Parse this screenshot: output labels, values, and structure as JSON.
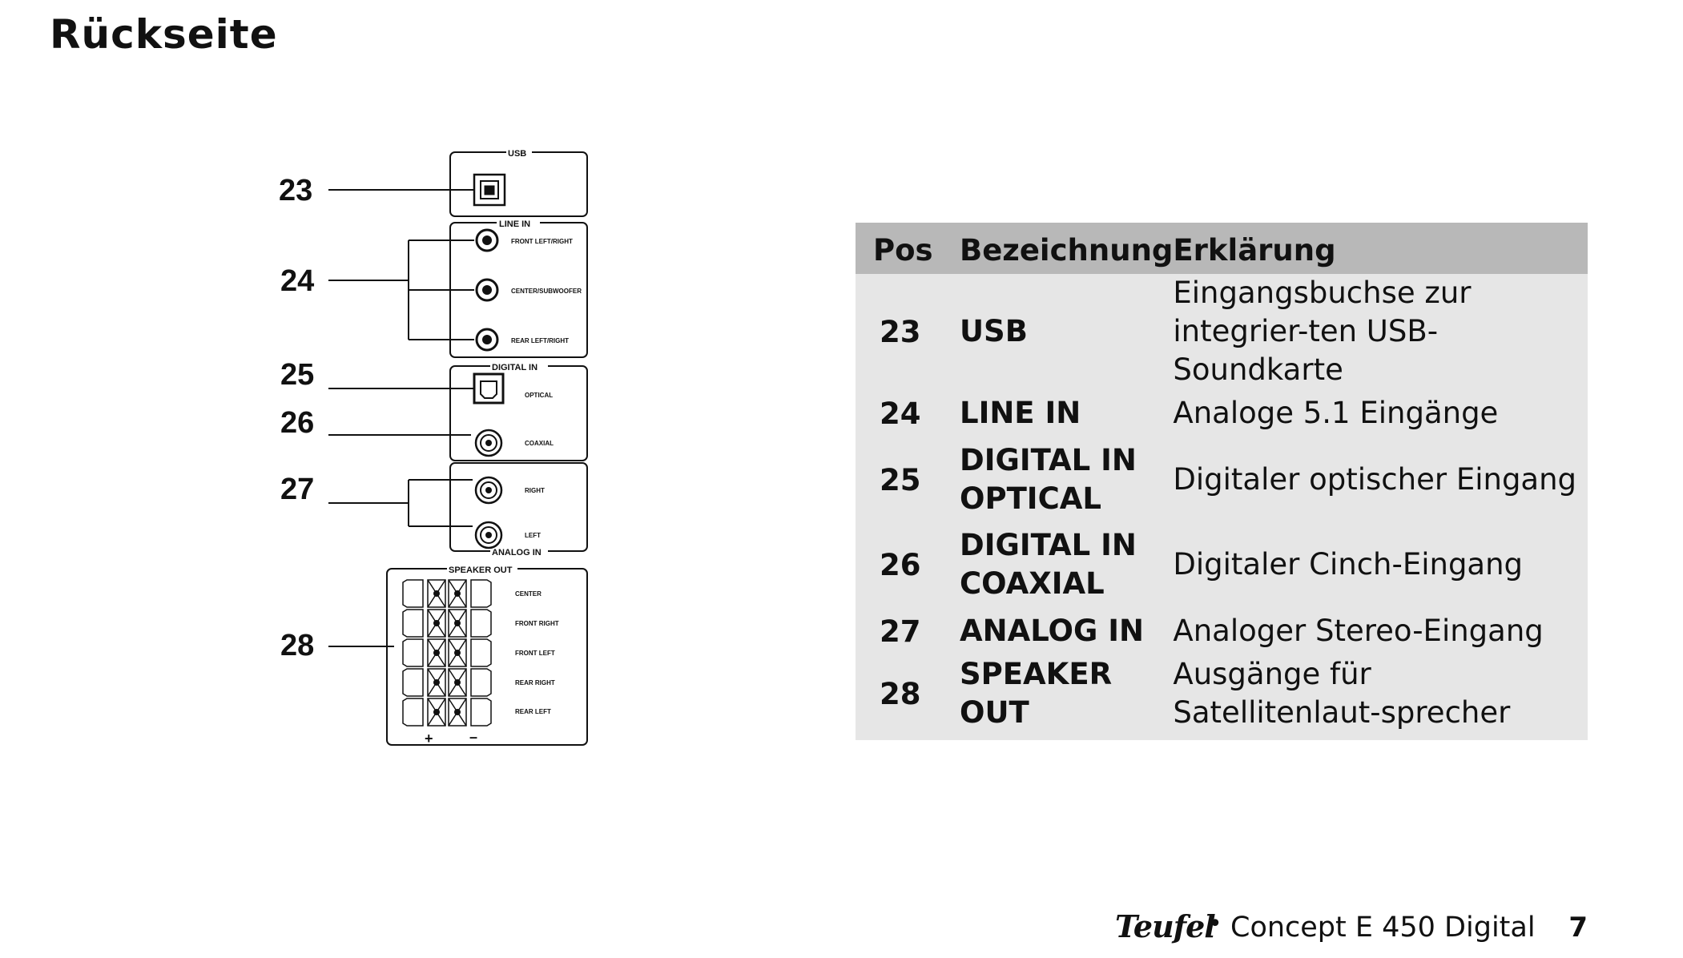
{
  "page": {
    "title": "Rückseite"
  },
  "diagram": {
    "callouts": [
      "23",
      "24",
      "25",
      "26",
      "27",
      "28"
    ],
    "panels": {
      "usb": "USB",
      "line_in": "LINE IN",
      "digital_in": "DIGITAL IN",
      "analog_in": "ANALOG IN",
      "speaker_out": "SPEAKER OUT"
    },
    "port_labels": {
      "front": "FRONT LEFT/RIGHT",
      "center": "CENTER/SUBWOOFER",
      "rear": "REAR LEFT/RIGHT",
      "optical": "OPTICAL",
      "coaxial": "COAXIAL",
      "right": "RIGHT",
      "left": "LEFT"
    },
    "speaker_labels": [
      "CENTER",
      "FRONT RIGHT",
      "FRONT LEFT",
      "REAR RIGHT",
      "REAR LEFT"
    ],
    "plus": "+",
    "minus": "–"
  },
  "table": {
    "headers": {
      "pos": "Pos",
      "name": "Bezeichnung",
      "desc": "Erklärung"
    },
    "rows": [
      {
        "pos": "23",
        "name": "USB",
        "desc": "Eingangsbuchse zur integrier-ten USB-Soundkarte"
      },
      {
        "pos": "24",
        "name": "LINE IN",
        "desc": "Analoge 5.1 Eingänge"
      },
      {
        "pos": "25",
        "name": "DIGITAL IN OPTICAL",
        "desc": "Digitaler optischer Eingang"
      },
      {
        "pos": "26",
        "name": "DIGITAL IN COAXIAL",
        "desc": "Digitaler Cinch-Eingang"
      },
      {
        "pos": "27",
        "name": "ANALOG IN",
        "desc": "Analoger Stereo-Eingang"
      },
      {
        "pos": "28",
        "name": "SPEAKER OUT",
        "desc": "Ausgänge für Satellitenlaut-sprecher"
      }
    ]
  },
  "footer": {
    "brand": "Teufel",
    "bullet": "•",
    "product": "Concept E 450 Digital",
    "page_number": "7"
  }
}
